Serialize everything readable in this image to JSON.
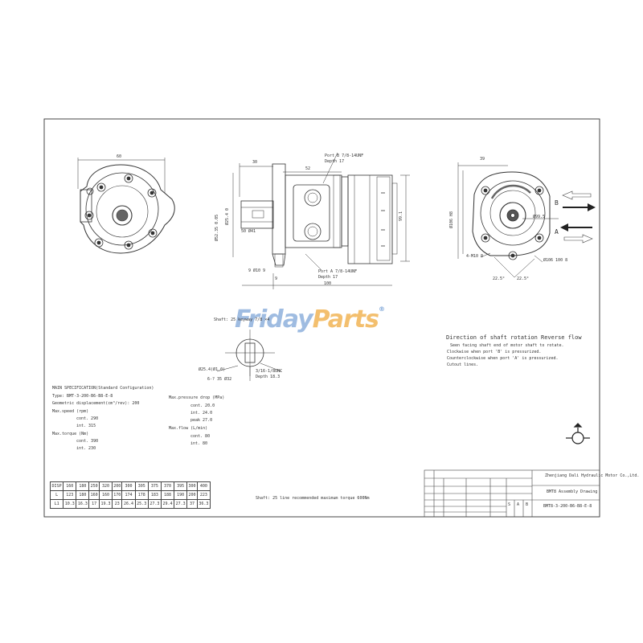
{
  "watermark": {
    "part1": "Friday",
    "part2": "Parts",
    "reg": "®",
    "color_blue": "#7fa6d8",
    "color_orange": "#f1b04a"
  },
  "dims": {
    "left_top": "60",
    "mid_top_left": "30",
    "mid_top_right": "52",
    "port_a_label": "Port B 7/8-14UNF",
    "port_a_depth": "Depth 17",
    "dia_152": "Ø52.35 0.05",
    "dia_25": "Ø25.4 0",
    "dim_41": "50 Ø41",
    "dim_9": "9 Ø10 9",
    "dim_9b": "9",
    "port_b_label": "Port A 7/8-14UNF",
    "port_b_depth": "Depth 17",
    "dim_100": "100",
    "dim_h": "99.1",
    "right_top": "39",
    "right_left": "Ø106 H8",
    "right_center": "Ø99.5",
    "right_lower": "4-M10 8",
    "right_lower2": "Ø106 100 8",
    "angle_l": "22.5°",
    "angle_r": "22.5°",
    "arrow_b": "B",
    "arrow_a": "A"
  },
  "section": {
    "title": "Shaft: 25 keyway 7/8 ×4",
    "d1": "Ø25.4(Ø1.0)",
    "d2": "6-? 35 Ø32",
    "d3": "3/16-1/8UNC",
    "d4": "Depth 18.3"
  },
  "rotation": {
    "title": "Direction of shaft rotation Reverse flow",
    "lines": [
      "Seen facing shaft end of motor shaft to rotate.",
      "Clockwise when port 'B' is pressurized.",
      "Counterclockwise when port 'A' is pressurized.",
      "Cutout lines."
    ]
  },
  "spec": {
    "title": "MAIN SPECIFICATION(Standard Configuration)",
    "type": "Type: BMT-3-200-B6-B8-E-8",
    "disp": "Geometric displacement(cm³/rev): 200",
    "speed_label": "Max.speed (rpm)",
    "speed_cont": "cont. 290",
    "speed_int": "int. 315",
    "torque_label": "Max.torque (Nm)",
    "torque_cont": "cont. 390",
    "torque_int": "int. 230",
    "press_label": "Max.pressure drop (MPa)",
    "press_cont": "cont. 20.0",
    "press_int": "int. 24.0",
    "press_peak": "peak 27.0",
    "flow_label": "Max.flow (L/min)",
    "flow_cont": "cont. 80",
    "flow_int": "int. 80"
  },
  "table": {
    "header": [
      "DISP",
      "160",
      "180",
      "250",
      "320",
      "200",
      "300",
      "305",
      "375",
      "370",
      "395",
      "300",
      "400"
    ],
    "row1": [
      "L",
      "123",
      "180",
      "160",
      "160",
      "170",
      "174",
      "178",
      "183",
      "188",
      "190",
      "200",
      "223"
    ],
    "row2": [
      "L1",
      "10.3",
      "16.3",
      "17",
      "19.3",
      "23",
      "26.4",
      "25.3",
      "27.3",
      "29.4",
      "27.3",
      "37",
      "36.3"
    ]
  },
  "note": "Shaft: 25 line recommended maximum torque 600Nm",
  "titleblock": {
    "company": "Zhenjiang Dali Hydraulic Motor Co.,Ltd.",
    "drawing": "BMT8 Assembly Drawing",
    "code": "BMT8-3-200-B6-B8-E-8",
    "cells": [
      "S",
      "A",
      "B"
    ]
  },
  "colors": {
    "line": "#333333",
    "border": "#444444",
    "fill_gray": "#9a9a9a",
    "fill_dark": "#555555"
  }
}
